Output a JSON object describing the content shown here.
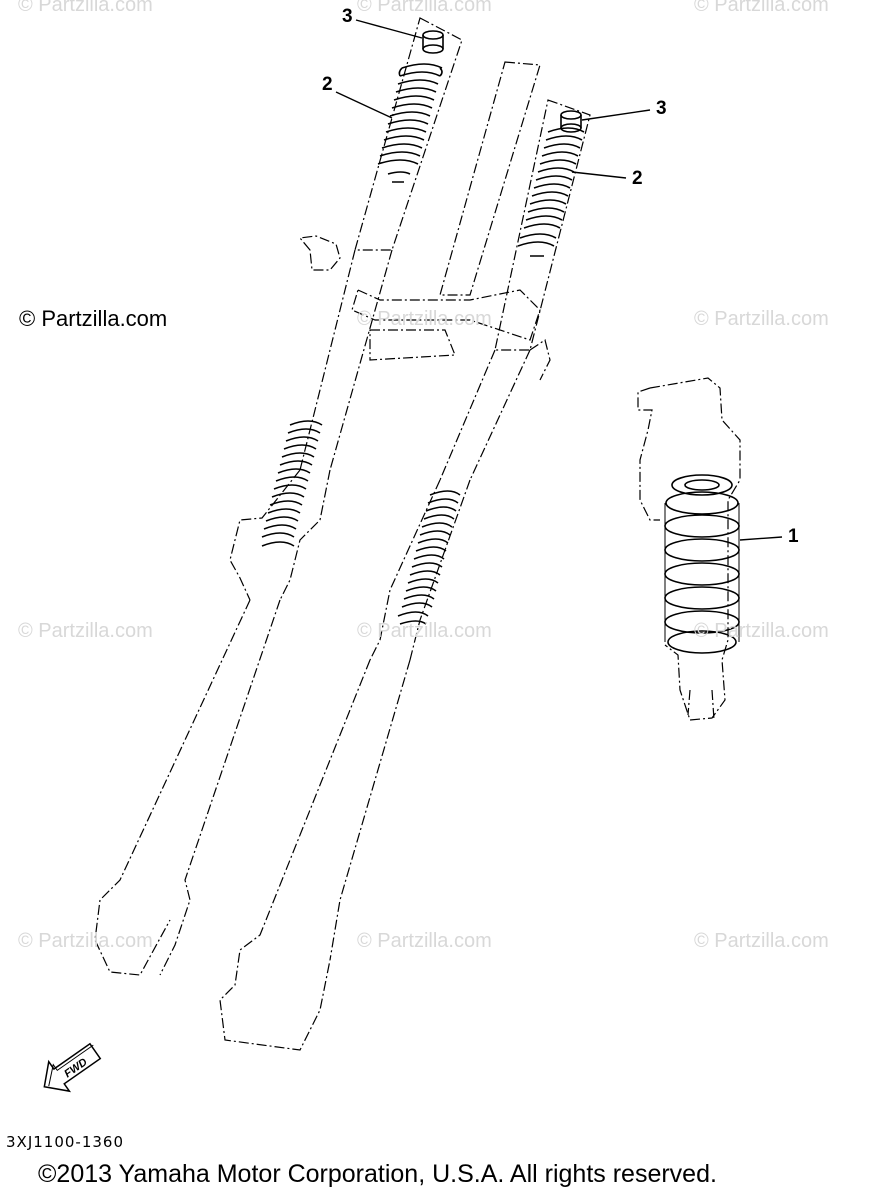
{
  "watermark": {
    "text": "© Partzilla.com",
    "color": "#d8d8d8",
    "strong_color": "#000000"
  },
  "callouts": {
    "part_1": "1",
    "part_2_left": "2",
    "part_2_right": "2",
    "part_3_left": "3",
    "part_3_right": "3"
  },
  "fwd_label": "FWD",
  "part_code": "3XJ1100-1360",
  "copyright": "©2013 Yamaha Motor Corporation, U.S.A. All rights reserved.",
  "icons": {
    "direction": "fwd-arrow-icon"
  }
}
